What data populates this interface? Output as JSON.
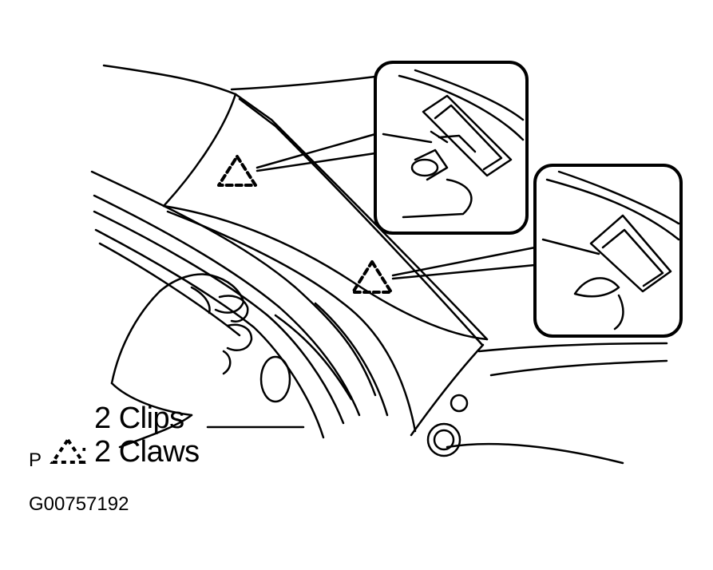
{
  "legend": {
    "prefix": "P",
    "clips_label": "2 Clips",
    "claws_label": "2 Claws"
  },
  "figure_id": "G00757192",
  "icons": [
    "hand-icon",
    "dashed-triangle-icon",
    "clip-detail-icon",
    "claw-detail-icon"
  ],
  "colors": {
    "ink": "#000000",
    "paper": "#ffffff"
  }
}
